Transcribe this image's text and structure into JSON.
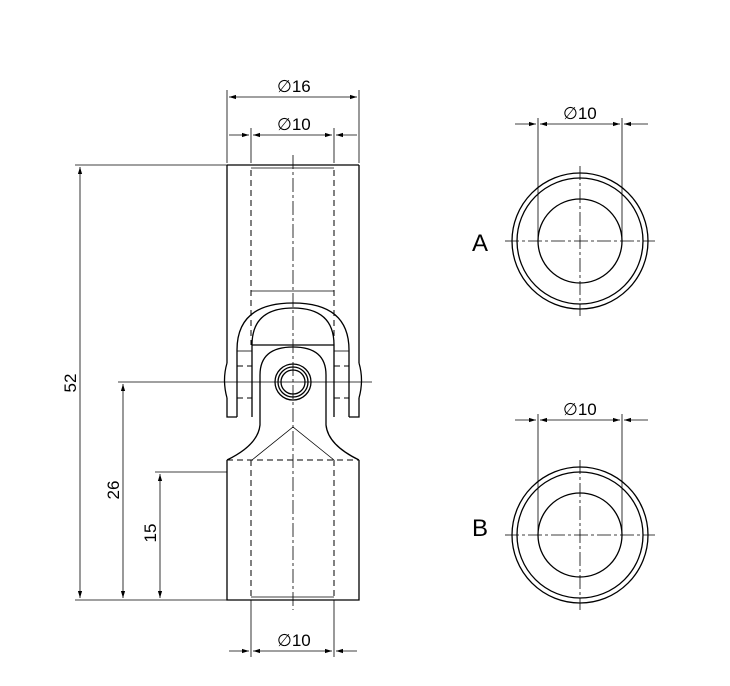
{
  "drawing": {
    "main_view": {
      "dims": {
        "outer_diameter": "16",
        "top_bore": "10",
        "bottom_bore": "10",
        "overall_length": "52",
        "pivot_height": "26",
        "lower_bore_depth": "15"
      }
    },
    "views": [
      {
        "label": "A",
        "bore": "10"
      },
      {
        "label": "B",
        "bore": "10"
      }
    ],
    "diameter_symbol": "∅"
  }
}
